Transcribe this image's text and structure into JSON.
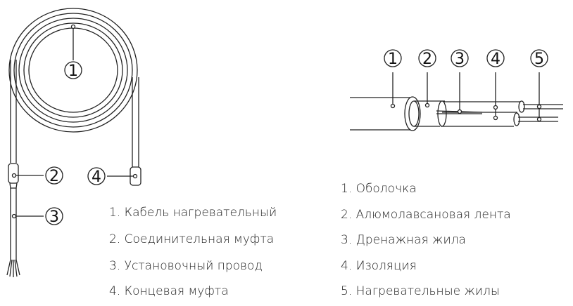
{
  "left_diagram": {
    "callouts": [
      "1",
      "2",
      "3",
      "4"
    ],
    "legend": [
      "1. Кабель нагревательный",
      "2. Соединительная муфта",
      "3. Установочный провод",
      "4. Концевая муфта"
    ]
  },
  "right_diagram": {
    "callouts": [
      "1",
      "2",
      "3",
      "4",
      "5"
    ],
    "legend": [
      "1. Оболочка",
      "2. Алюмолавсановая лента",
      "3. Дренажная жила",
      "4. Изоляция",
      "5. Нагревательные жилы"
    ]
  }
}
